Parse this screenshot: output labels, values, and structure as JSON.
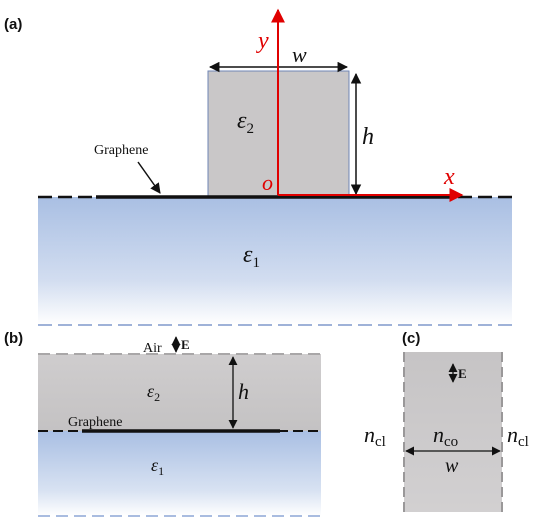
{
  "panels": {
    "a": {
      "label": "(a)",
      "graphene_label": "Graphene",
      "width_label": "w",
      "height_label": "h",
      "eps_upper": "ε",
      "eps_upper_sub": "2",
      "eps_lower": "ε",
      "eps_lower_sub": "1",
      "axis_y": "y",
      "axis_x": "x",
      "origin": "o"
    },
    "b": {
      "label": "(b)",
      "air_label": "Air",
      "field_label": "E",
      "graphene_label": "Graphene",
      "height_label": "h",
      "eps_upper": "ε",
      "eps_upper_sub": "2",
      "eps_lower": "ε",
      "eps_lower_sub": "1"
    },
    "c": {
      "label": "(c)",
      "field_label": "E",
      "n_left": "n",
      "n_left_sub": "cl",
      "n_core": "n",
      "n_core_sub": "co",
      "n_right": "n",
      "n_right_sub": "cl",
      "width_label": "w"
    }
  },
  "colors": {
    "ridge_gray": "#c9c7c8",
    "substrate_blue": "#a9bfe3",
    "axis_red": "#e00000",
    "graphene_black": "#111111"
  }
}
